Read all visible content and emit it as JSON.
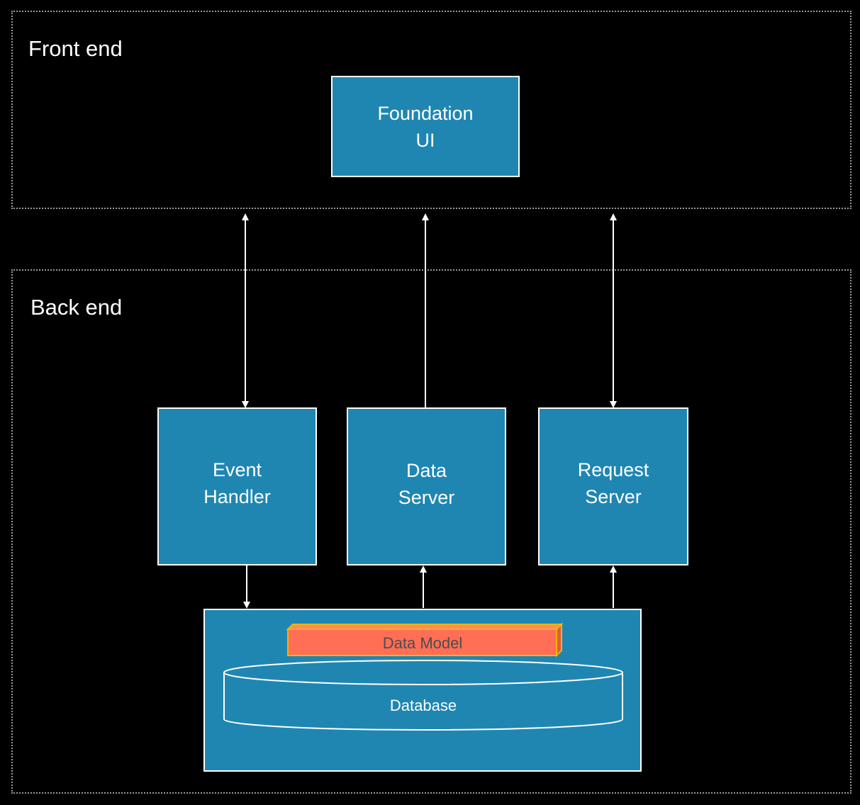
{
  "regions": {
    "front_end": {
      "label": "Front end"
    },
    "back_end": {
      "label": "Back end"
    }
  },
  "components": {
    "foundation_ui": {
      "label": "Foundation\nUI"
    },
    "event_handler": {
      "label": "Event\nHandler"
    },
    "data_server": {
      "label": "Data\nServer"
    },
    "request_server": {
      "label": "Request\nServer"
    }
  },
  "storage": {
    "data_model": {
      "label": "Data Model"
    },
    "database": {
      "label": "Database"
    }
  },
  "colors": {
    "background": "#000000",
    "component_fill": "#1f86b2",
    "component_border": "#ffffff",
    "data_model_fill": "#ff6f55",
    "data_model_border": "#f4b400",
    "connector": "#ffffff",
    "region_border": "#9a9a9a"
  },
  "connections": [
    {
      "from": "event_handler",
      "to": "front_end",
      "direction": "bidirectional"
    },
    {
      "from": "data_server",
      "to": "front_end",
      "direction": "up"
    },
    {
      "from": "request_server",
      "to": "front_end",
      "direction": "bidirectional"
    },
    {
      "from": "event_handler",
      "to": "database",
      "direction": "down"
    },
    {
      "from": "database",
      "to": "data_server",
      "direction": "up"
    },
    {
      "from": "database",
      "to": "request_server",
      "direction": "up"
    }
  ]
}
